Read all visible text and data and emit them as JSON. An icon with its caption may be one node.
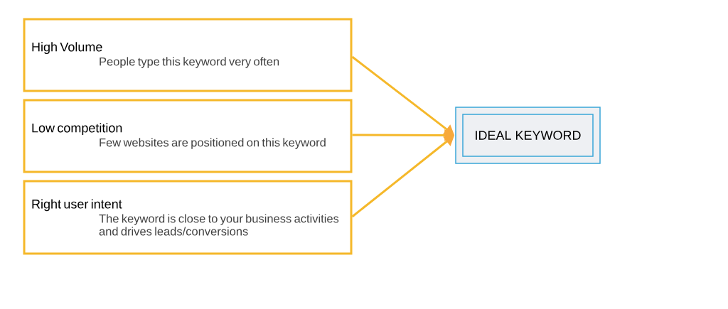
{
  "diagram": {
    "nodes": [
      {
        "text": [
          "High Volume",
          "People type this keyword very often"
        ]
      },
      {
        "text": [
          "Low competition",
          "Few websites are positioned on this keyword"
        ]
      },
      {
        "text": [
          "Right user intent",
          "The keyword is close to your business activities and drives leads/conversions"
        ]
      },
      {
        "text": [
          "IDEAL KEYWORD"
        ]
      }
    ],
    "edges": [
      {
        "from": 0,
        "to": 3,
        "arrow": "to"
      },
      {
        "from": 1,
        "to": 3,
        "arrow": "to"
      },
      {
        "from": 2,
        "to": 3,
        "arrow": "to"
      }
    ]
  }
}
